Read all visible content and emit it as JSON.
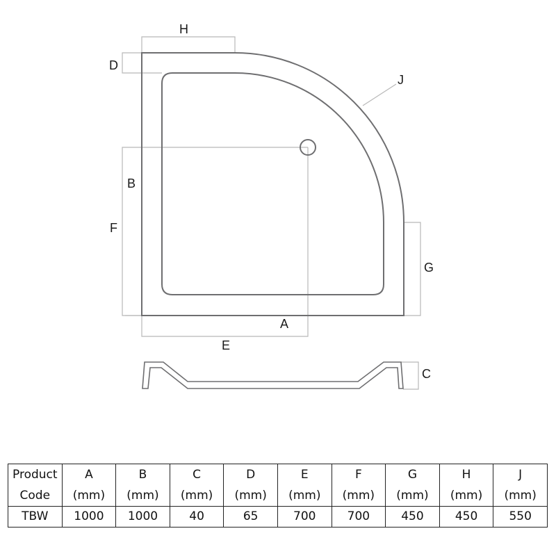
{
  "diagram": {
    "type": "quadrant shower tray technical drawing",
    "labels": {
      "H": "H",
      "D": "D",
      "J": "J",
      "B": "B",
      "F": "F",
      "G": "G",
      "A": "A",
      "E": "E",
      "C": "C"
    },
    "colors": {
      "outline": "#6e6e70",
      "dimension_line": "#b8b8b8",
      "label_text": "#1a1a1a"
    }
  },
  "table": {
    "headers": [
      {
        "line1": "Product",
        "line2": "Code"
      },
      {
        "line1": "A",
        "line2": "(mm)"
      },
      {
        "line1": "B",
        "line2": "(mm)"
      },
      {
        "line1": "C",
        "line2": "(mm)"
      },
      {
        "line1": "D",
        "line2": "(mm)"
      },
      {
        "line1": "E",
        "line2": "(mm)"
      },
      {
        "line1": "F",
        "line2": "(mm)"
      },
      {
        "line1": "G",
        "line2": "(mm)"
      },
      {
        "line1": "H",
        "line2": "(mm)"
      },
      {
        "line1": "J",
        "line2": "(mm)"
      }
    ],
    "rows": [
      [
        "TBW",
        "1000",
        "1000",
        "40",
        "65",
        "700",
        "700",
        "450",
        "450",
        "550"
      ]
    ]
  }
}
